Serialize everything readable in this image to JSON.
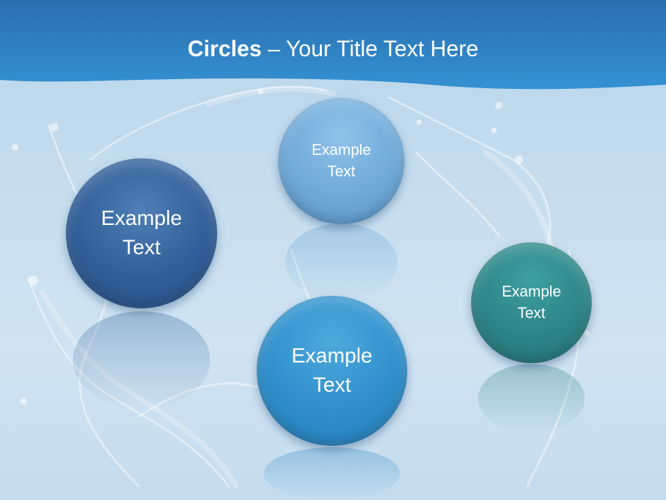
{
  "title": {
    "bold": "Circles",
    "rest": " – Your Title Text Here"
  },
  "circles": [
    {
      "line1": "Example",
      "line2": "Text",
      "color": "#315f99"
    },
    {
      "line1": "Example",
      "line2": "Text",
      "color": "#6faad9"
    },
    {
      "line1": "Example",
      "line2": "Text",
      "color": "#2f8fcb"
    },
    {
      "line1": "Example",
      "line2": "Text",
      "color": "#2d8587"
    }
  ],
  "colors": {
    "header": "#2b7fc0",
    "background": "#c7deef"
  }
}
